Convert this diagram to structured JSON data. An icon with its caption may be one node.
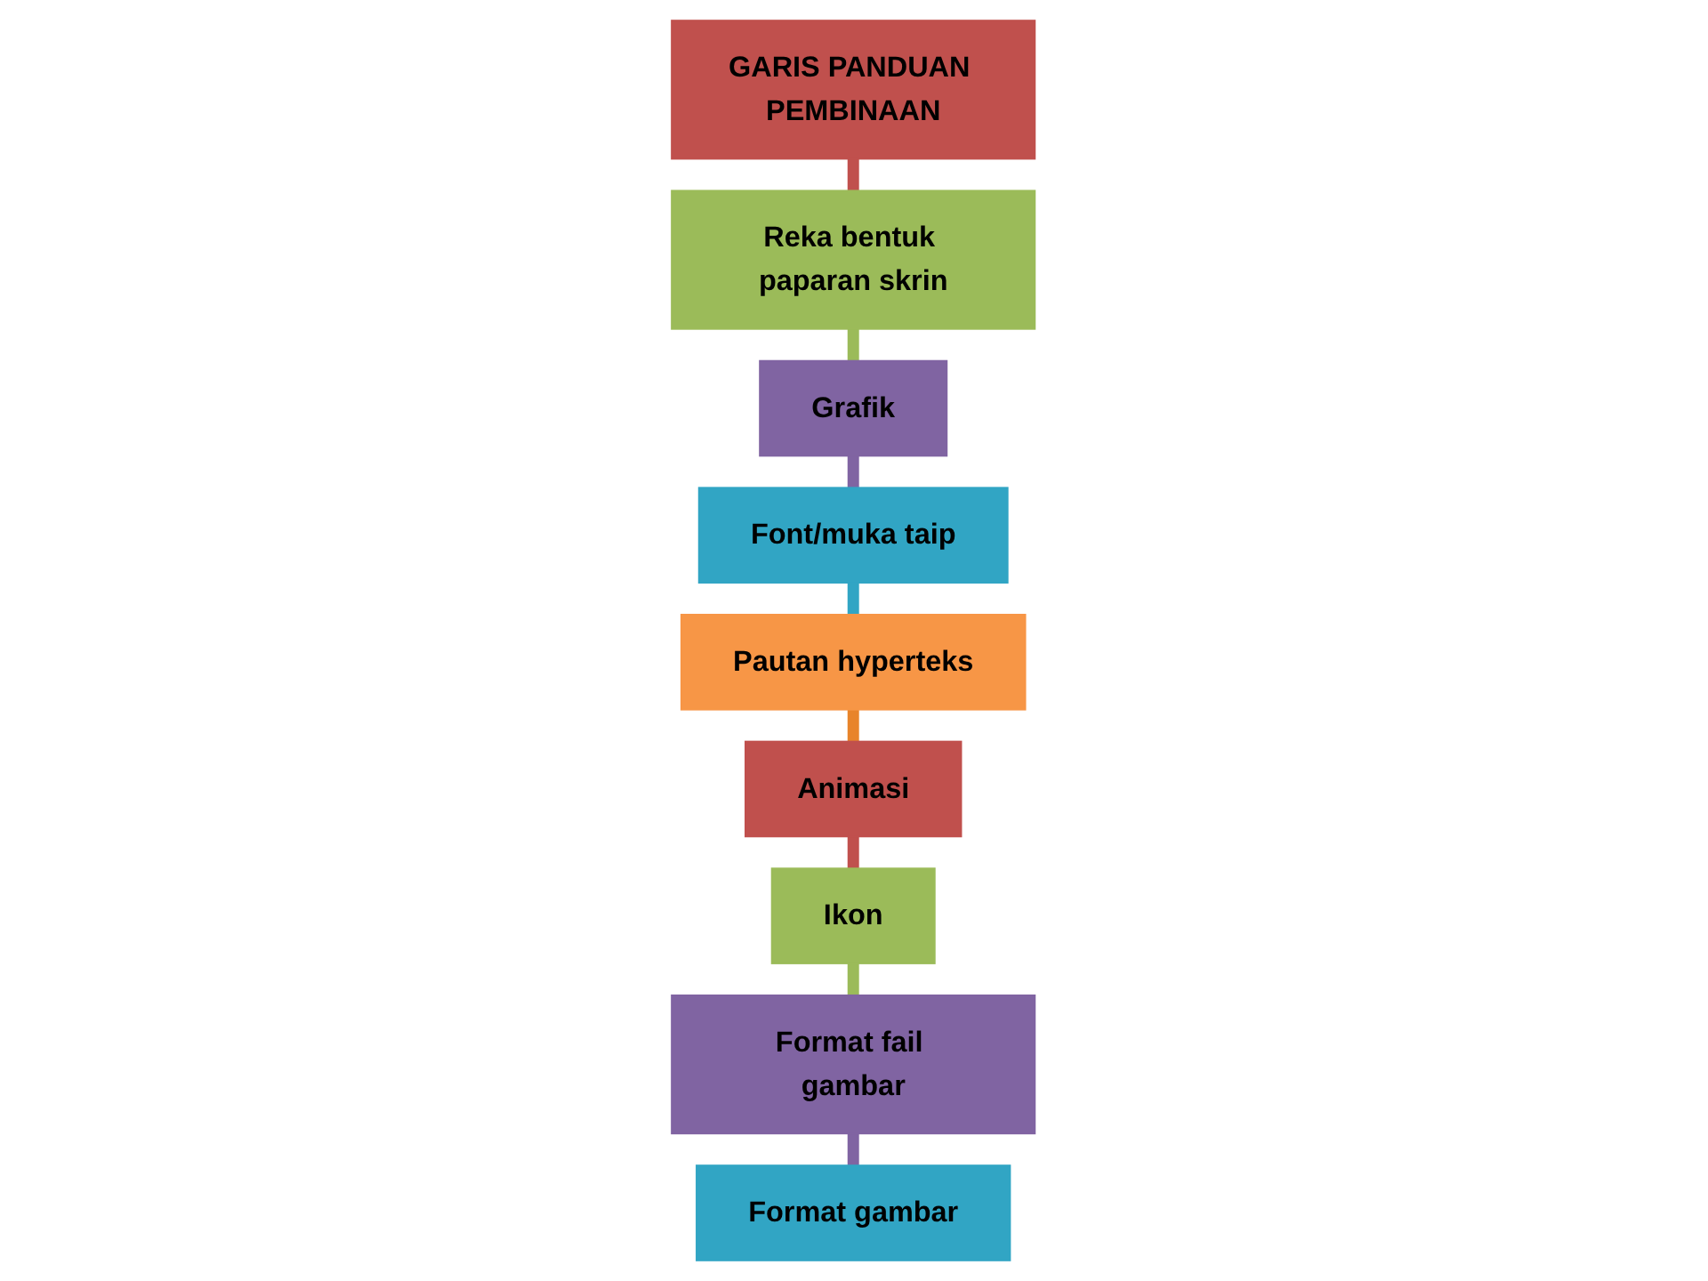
{
  "diagram": {
    "nodes": [
      {
        "text": [
          "GARIS PANDUAN PEMBINAAN"
        ]
      },
      {
        "text": [
          "Reka bentuk paparan skrin"
        ]
      },
      {
        "text": [
          "Grafik"
        ]
      },
      {
        "text": [
          "Font/muka taip"
        ]
      },
      {
        "text": [
          "Pautan hyperteks"
        ]
      },
      {
        "text": [
          "Animasi"
        ]
      },
      {
        "text": [
          "Ikon"
        ]
      },
      {
        "text": [
          "Format fail gambar"
        ]
      },
      {
        "text": [
          "Format gambar"
        ]
      }
    ],
    "edges": [
      {
        "from": 0,
        "to": 1,
        "arrow": "none",
        "color": "#c0504d"
      },
      {
        "from": 1,
        "to": 2,
        "arrow": "none",
        "color": "#9bbb59"
      },
      {
        "from": 2,
        "to": 3,
        "arrow": "none",
        "color": "#8064a2"
      },
      {
        "from": 3,
        "to": 4,
        "arrow": "none",
        "color": "#31a5c4"
      },
      {
        "from": 4,
        "to": 5,
        "arrow": "none",
        "color": "#e8842a"
      },
      {
        "from": 5,
        "to": 6,
        "arrow": "none",
        "color": "#c0504d"
      },
      {
        "from": 6,
        "to": 7,
        "arrow": "none",
        "color": "#9bbb59"
      },
      {
        "from": 7,
        "to": 8,
        "arrow": "none",
        "color": "#8064a2"
      }
    ]
  }
}
